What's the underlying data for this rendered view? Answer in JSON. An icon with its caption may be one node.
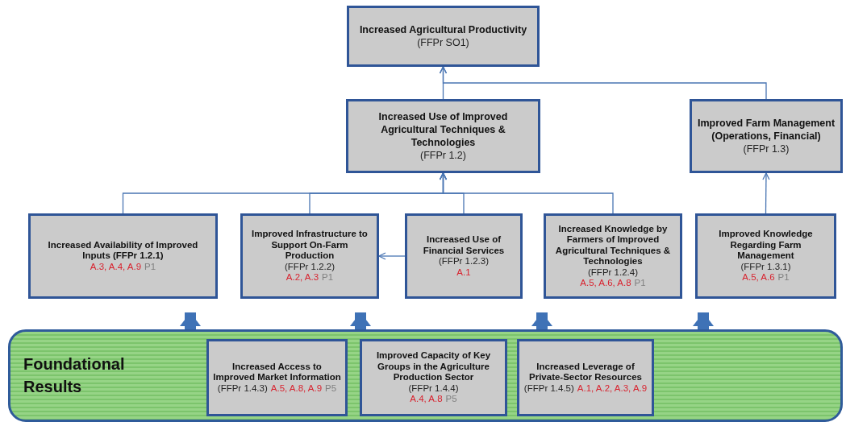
{
  "diagram": {
    "nodes": [
      {
        "text": [
          "Increased Agricultural Productivity",
          "(FFPr SO1)"
        ]
      },
      {
        "text": [
          "Increased Use of Improved Agricultural Techniques & Technologies",
          "(FFPr 1.2)"
        ]
      },
      {
        "text": [
          "Improved Farm Management (Operations, Financial)",
          "(FFPr 1.3)"
        ]
      },
      {
        "text": [
          "Increased Availability of Improved Inputs (FFPr 1.2.1)",
          "A.3, A.4, A.9",
          "P1"
        ]
      },
      {
        "text": [
          "Improved Infrastructure to Support On-Farm Production",
          "(FFPr 1.2.2)",
          "A.2, A.3",
          "P1"
        ]
      },
      {
        "text": [
          "Increased Use of Financial Services",
          "(FFPr 1.2.3)",
          "A.1"
        ]
      },
      {
        "text": [
          "Increased Knowledge by Farmers of Improved Agricultural Techniques & Technologies",
          "(FFPr 1.2.4)",
          "A.5, A.6, A.8",
          "P1"
        ]
      },
      {
        "text": [
          "Improved Knowledge Regarding Farm Management",
          "(FFPr 1.3.1)",
          "A.5, A.6",
          "P1"
        ]
      },
      {
        "text": [
          "Foundational Results"
        ]
      },
      {
        "text": [
          "Increased Access to Improved Market Information",
          "(FFPr 1.4.3)",
          "A.5, A.8, A.9",
          "P5"
        ],
        "in": 8
      },
      {
        "text": [
          "Improved Capacity of Key Groups in the Agriculture Production Sector",
          "(FFPr 1.4.4)",
          "A.4, A.8",
          "P5"
        ],
        "in": 8
      },
      {
        "text": [
          "Increased Leverage of Private-Sector Resources",
          "(FFPr 1.4.5)",
          "A.1, A.2, A.3, A.9"
        ],
        "in": 8
      }
    ],
    "edges": [
      {
        "from": 1,
        "to": 0,
        "arrow": "to"
      },
      {
        "from": 2,
        "to": 0,
        "arrow": "to"
      },
      {
        "from": 3,
        "to": 1,
        "arrow": "to"
      },
      {
        "from": 4,
        "to": 1,
        "arrow": "to"
      },
      {
        "from": 5,
        "to": 1,
        "arrow": "to"
      },
      {
        "from": 6,
        "to": 1,
        "arrow": "to"
      },
      {
        "from": 7,
        "to": 2,
        "arrow": "to"
      },
      {
        "from": 5,
        "to": 4,
        "arrow": "to"
      },
      {
        "from": 8,
        "to": 3,
        "arrow": "to",
        "style": "thick"
      },
      {
        "from": 8,
        "to": 4,
        "arrow": "to",
        "style": "thick"
      },
      {
        "from": 8,
        "to": 6,
        "arrow": "to",
        "style": "thick"
      },
      {
        "from": 8,
        "to": 7,
        "arrow": "to",
        "style": "thick"
      }
    ]
  }
}
